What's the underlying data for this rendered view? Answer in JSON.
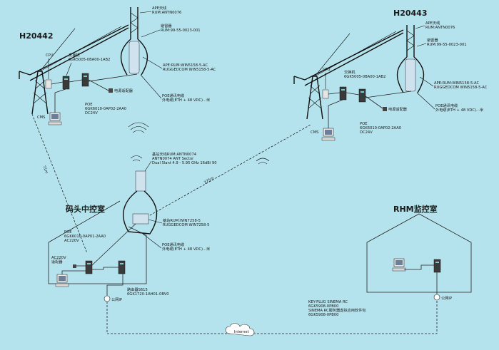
{
  "left_site": {
    "title": "H20442",
    "ape_antenna": [
      "APE天线",
      "RUM:ANTN0076"
    ],
    "ape_blocker": [
      "避雷器",
      "RUM:99-55-0023-001"
    ],
    "ape_radio": [
      "APE:RUM:WIN5158-5-AC",
      "RUGGEDCOM WIN5158-5-AC"
    ],
    "cpu": "CPU",
    "switch": [
      "交换机",
      "6GK5005-0BA00-1AB2"
    ],
    "power_adapter": "电源适配器",
    "cms": "CMS",
    "poe": [
      "POE",
      "6GK6010-0AP02-2AA0",
      "DC24V"
    ],
    "poe_cable": [
      "POE通讯电缆",
      "外电缆(ETH + 48 VDC)...米"
    ]
  },
  "right_site": {
    "title": "H20443",
    "ape_antenna": [
      "APE天线",
      "RUM:ANTN0076"
    ],
    "ape_blocker": [
      "避雷器",
      "RUM:99-55-0023-001"
    ],
    "ape_radio": [
      "APE:RUM:WIN5158-5-AC",
      "RUGGEDCOM WIN5158-5-AC"
    ],
    "cpu": "CPU",
    "switch": [
      "交换机",
      "6GK5005-0BA00-1AB2"
    ],
    "power_adapter": "电源适配器",
    "cms": "CMS",
    "poe": [
      "POE",
      "6GK6010-0AP02-2AA0",
      "DC24V"
    ],
    "poe_cable": [
      "POE通讯电缆",
      "外电缆(ETH + 48 VDC)...米"
    ]
  },
  "control_room": {
    "title": "码头中控室",
    "base_antenna": [
      "基站天线RUM:ANTN0074",
      "ANTN0074 ANT Sector",
      "Dual Slant 4.9 - 5.95 GHz 16dBi 90"
    ],
    "base_radio": [
      "基站RUM:WIN7258-5",
      "RUGGEDCOM WIN7258-5"
    ],
    "poe_cable": [
      "POE通讯电缆",
      "外电缆(ETH + 48 VDC)...米"
    ],
    "poe": [
      "POE",
      "6GK6010-0AP01-2AA0",
      "AC220V"
    ],
    "ac_adapter": [
      "AC220V",
      "适配器"
    ],
    "router": [
      "路由器S615",
      "6GK1720-1AH01-0BV0"
    ],
    "public_ip": "公网IP"
  },
  "rhm_room": {
    "title": "RHM监控室",
    "software": [
      "KEY-PLUG SINEMA RC",
      "6GK5908-0PB00",
      "SINEMA RC服务器虚拟应用软件包",
      "6GK5908-0PB00"
    ],
    "public_ip": "公网IP"
  },
  "links": {
    "left_distance": "71m",
    "right_distance": "375m",
    "internet": "Internet"
  }
}
